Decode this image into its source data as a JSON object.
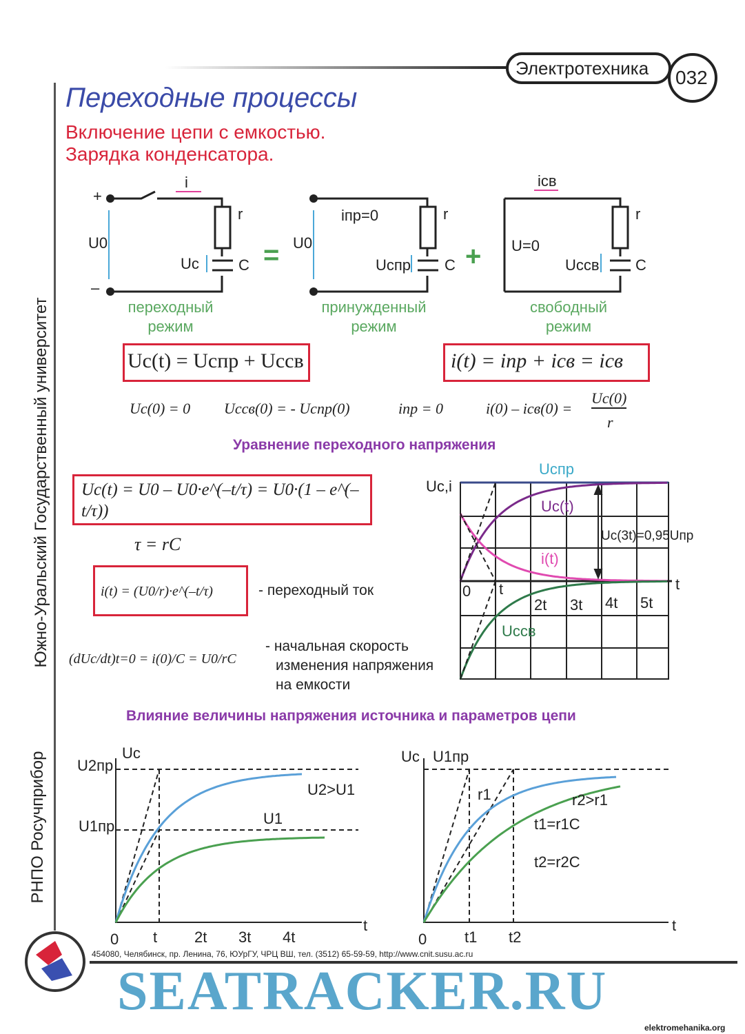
{
  "header": {
    "subject": "Электротехника",
    "page_number": "032",
    "title": "Переходные процессы",
    "subtitle_1": "Включение цепи с емкостью.",
    "subtitle_2": "Зарядка конденсатора."
  },
  "side_text": {
    "university": "Южно-Уральский Государственный университет",
    "publisher": "РНПО Росучприбор"
  },
  "circuits": {
    "c1": {
      "plus": "+",
      "minus": "–",
      "u0": "U0",
      "i": "i",
      "r": "r",
      "uc": "Uc",
      "c": "C",
      "mode": [
        "переходный",
        "режим"
      ]
    },
    "eq": "=",
    "c2": {
      "u0": "U0",
      "ipr": "iпр=0",
      "r": "r",
      "ucpr": "Ucпр",
      "c": "C",
      "mode": [
        "принужденный",
        "режим"
      ]
    },
    "plus": "+",
    "c3": {
      "isv": "iсв",
      "u": "U=0",
      "r": "r",
      "ucsv": "Uссв",
      "c": "C",
      "mode": [
        "свободный",
        "режим"
      ]
    }
  },
  "formulas": {
    "f1": "Uc(t) = Ucпр + Ucсв",
    "f2": "i(t) = iпр + iсв = iсв",
    "init": [
      "Uc(0) = 0",
      "Ucсв(0) = - Ucпр(0)",
      "iпр = 0",
      "i(0) – iсв(0) ="
    ],
    "init_frac": {
      "num": "Uc(0)",
      "den": "r"
    }
  },
  "section1": {
    "title": "Уравнение переходного напряжения",
    "main_formula": "Uc(t) = U0 – U0·e^(–t/τ) = U0·(1 – e^(–t/τ))",
    "tau": "τ = rC",
    "current_formula": "i(t) = (U0/r)·e^(–t/τ)",
    "current_desc": "- переходный ток",
    "rate_formula": "(dUc/dt)t=0 = i(0)/C = U0/rC",
    "rate_desc": [
      "- начальная скорость",
      "изменения напряжения",
      "на емкости"
    ]
  },
  "chart_data": [
    {
      "type": "line",
      "title": "",
      "ylabel": "Uc,i",
      "xlabel": "t",
      "xticks": [
        "0",
        "t",
        "2t",
        "3t",
        "4t",
        "5t"
      ],
      "annotation": "Uc(3t)=0,95Uпр",
      "series": [
        {
          "name": "Ucпр",
          "color": "#3aa9c8"
        },
        {
          "name": "Uc(t)",
          "color": "#7a2a8a"
        },
        {
          "name": "i(t)",
          "color": "#e04ab0"
        },
        {
          "name": "Ucсв",
          "color": "#2e7a4a"
        }
      ],
      "xlim": [
        0,
        6
      ],
      "ylim": [
        -3,
        3
      ],
      "grid": true
    },
    {
      "type": "line",
      "ylabel": "Uc",
      "xticks": [
        "0",
        "t",
        "2t",
        "3t",
        "4t"
      ],
      "xlabel": "t",
      "levels": [
        "U2пр",
        "U1пр"
      ],
      "series": [
        {
          "name": "U2>U1",
          "color": "#5aa0d8",
          "final": 1.0
        },
        {
          "name": "U1",
          "color": "#4aa050",
          "final": 0.5
        }
      ]
    },
    {
      "type": "line",
      "ylabel": "Uc",
      "level": "U1пр",
      "xticks": [
        "0",
        "t1",
        "t2"
      ],
      "xlabel": "t",
      "series": [
        {
          "name": "r1",
          "color": "#5aa0d8"
        },
        {
          "name": "r2>r1",
          "color": "#4aa050"
        }
      ],
      "notes": [
        "t1=r1C",
        "t2=r2C"
      ]
    }
  ],
  "section2": {
    "title": "Влияние величины напряжения источника и параметров цепи"
  },
  "footer": {
    "address": "454080, Челябинск, пр. Ленина, 76, ЮУрГУ, ЧРЦ ВШ, тел. (3512) 65-59-59, http://www.cnit.susu.ac.ru",
    "watermark": "SEATRACKER.RU",
    "source": "elektromehanika.org"
  }
}
